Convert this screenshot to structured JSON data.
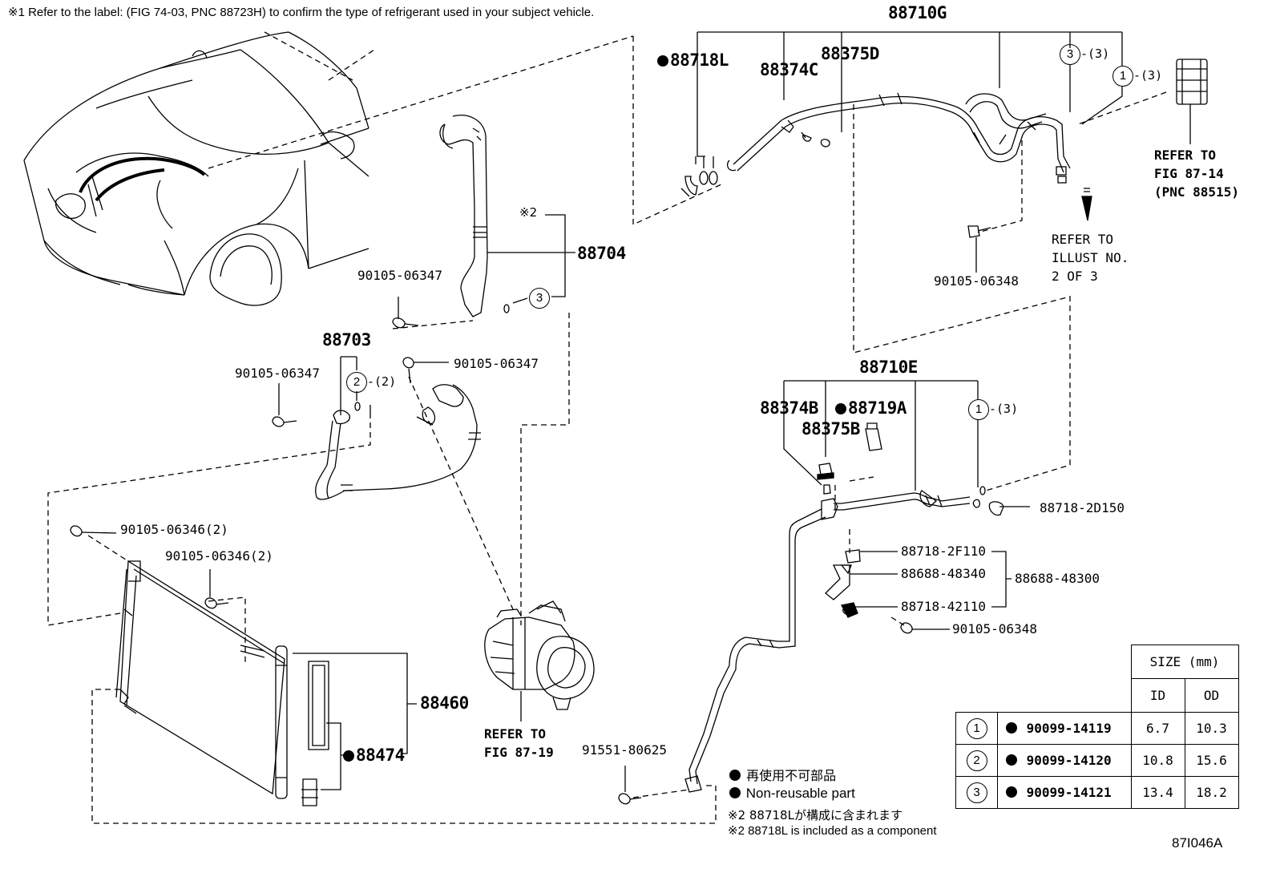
{
  "header_note": "※1 Refer to the label:  (FIG 74-03, PNC 88723H) to confirm the type of refrigerant used in your subject vehicle.",
  "labels": {
    "p88710G": "88710G",
    "p88718L": "88718L",
    "p88374C": "88374C",
    "p88375D": "88375D",
    "qty_3_3": "-(3)",
    "qty_1_3": "-(3)",
    "qty_2_2": "-(2)",
    "qty_1_3b": "-(3)",
    "ref_88515_l1": "REFER TO",
    "ref_88515_l2": "FIG 87-14",
    "ref_88515_l3": "(PNC 88515)",
    "ref_illust_l1": "REFER TO",
    "ref_illust_l2": "ILLUST NO.",
    "ref_illust_l3": "2 OF 3",
    "bolt_06348_top": "90105-06348",
    "note2_mark": "※2",
    "p88704": "88704",
    "bolt_06347_a": "90105-06347",
    "p88703": "88703",
    "bolt_06347_b": "90105-06347",
    "bolt_06347_c": "90105-06347",
    "p88710E": "88710E",
    "p88374B": "88374B",
    "p88719A": "88719A",
    "p88375B": "88375B",
    "p88718_2D150": "88718-2D150",
    "p88718_2F110": "88718-2F110",
    "p88688_48340": "88688-48340",
    "p88688_48300": "88688-48300",
    "p88718_42110": "88718-42110",
    "bolt_06348_bottom": "90105-06348",
    "bolt_06346_a": "90105-06346(2)",
    "bolt_06346_b": "90105-06346(2)",
    "p88460": "88460",
    "p88474": "88474",
    "ref_8719_l1": "REFER TO",
    "ref_8719_l2": "FIG 87-19",
    "p91551": "91551-80625",
    "circle_1": "1",
    "circle_2": "2",
    "circle_3": "3"
  },
  "size_table": {
    "title": "SIZE (mm)",
    "col_id": "ID",
    "col_od": "OD",
    "rows": [
      {
        "num": "1",
        "part": "90099-14119",
        "id": "6.7",
        "od": "10.3"
      },
      {
        "num": "2",
        "part": "90099-14120",
        "id": "10.8",
        "od": "15.6"
      },
      {
        "num": "3",
        "part": "90099-14121",
        "id": "13.4",
        "od": "18.2"
      }
    ]
  },
  "legend": {
    "non_reusable_jp": "再使用不可部品",
    "non_reusable_en": "Non-reusable part",
    "note2_jp": "※2 88718Lが構成に含まれます",
    "note2_en": "※2 88718L is included as a component"
  },
  "illustration_code": "87I046A"
}
